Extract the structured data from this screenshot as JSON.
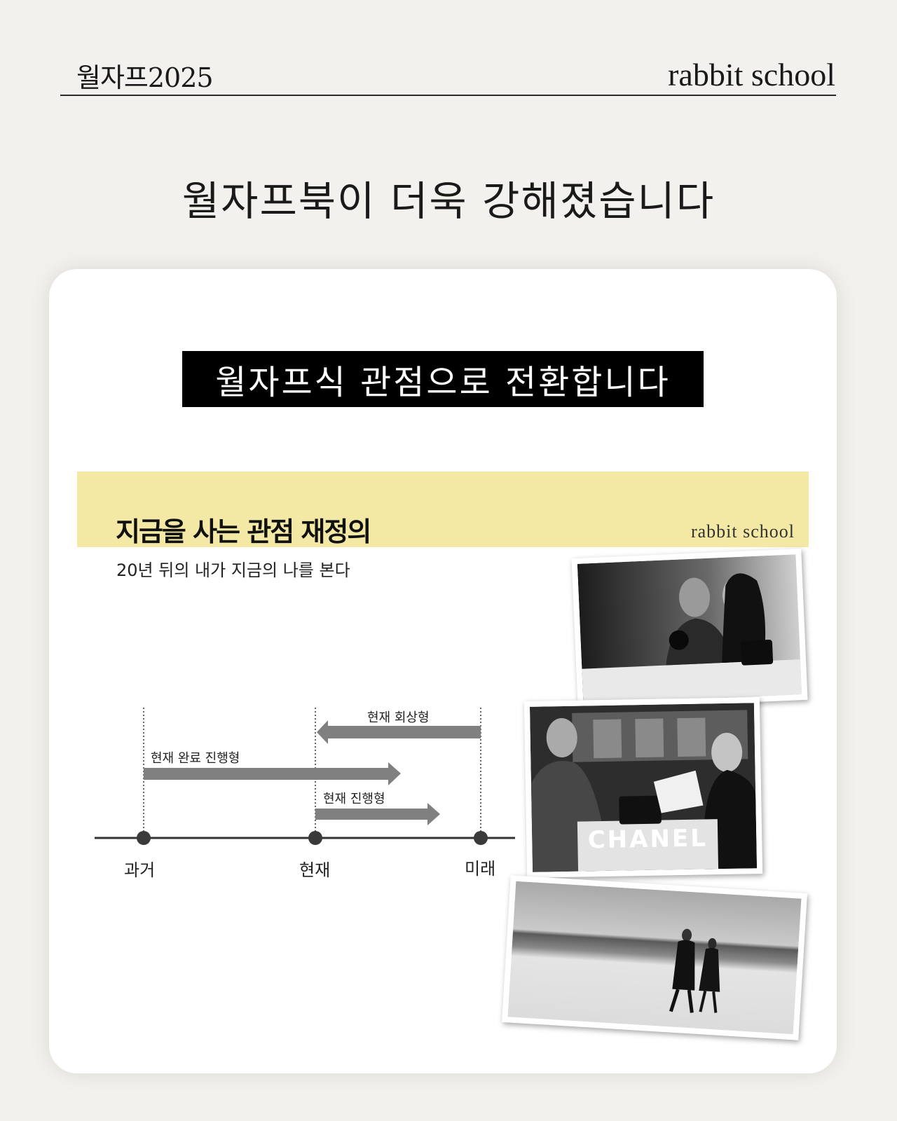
{
  "header": {
    "left_title": "월자프2025",
    "right_brand": "rabbit school"
  },
  "headline": "월자프북이 더욱 강해졌습니다",
  "card": {
    "banner": "월자프식 관점으로 전환합니다",
    "slide": {
      "title": "지금을 사는 관점 재정의",
      "brand": "rabbit school",
      "subtitle": "20년 뒤의 내가 지금의 나를 본다",
      "timeline": {
        "points": [
          "과거",
          "현재",
          "미래"
        ],
        "arrows": [
          {
            "label": "현재 회상형"
          },
          {
            "label": "현재 완료 진행형"
          },
          {
            "label": "현재 진행형"
          }
        ]
      },
      "photos": {
        "photo2_logo": "CHANEL"
      }
    }
  }
}
